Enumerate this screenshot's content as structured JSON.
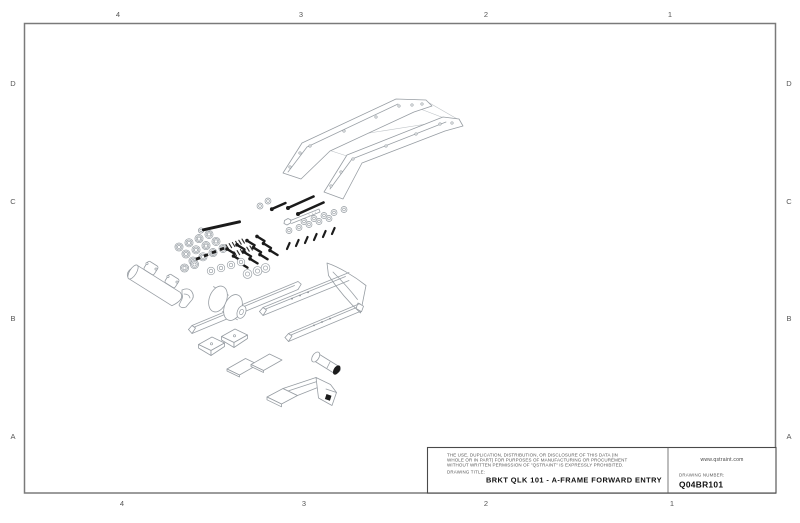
{
  "sheet": {
    "background": "#ffffff",
    "border_color": "#7a7a7a",
    "title_block_line_color": "#4a4a4a",
    "drawing_line_color": "#9aa0a6",
    "fastener_color": "#1b1b1b"
  },
  "grid": {
    "top": [
      "4",
      "3",
      "2",
      "1"
    ],
    "bottom": [
      "4",
      "3",
      "2",
      "1"
    ],
    "left": [
      "D",
      "C",
      "B",
      "A"
    ],
    "right": [
      "D",
      "C",
      "B",
      "A"
    ]
  },
  "title_block": {
    "disclaimer_lines": [
      "THE USE, DUPLICATION, DISTRIBUTION, OR DISCLOSURE OF THIS DATA (IN",
      "WHOLE OR IN PART) FOR PURPOSES OF MANUFACTURING OR PROCUREMENT",
      "WITHOUT WRITTEN PERMISSION OF \"QSTRAINT\" IS EXPRESSLY PROHIBITED."
    ],
    "drawing_title_label": "DRAWING TITLE:",
    "drawing_title": "BRKT QLK 101 - A-FRAME FORWARD ENTRY",
    "website": "www.qstraint.com",
    "drawing_number_label": "DRAWING NUMBER:",
    "drawing_number": "Q04BR101"
  },
  "drawing": {
    "type": "exploded-isometric-assembly",
    "parts": [
      "side-rail-plate-rear",
      "side-rail-plate-front",
      "upper-hardware-set",
      "main-hardware-set",
      "latch-tube-assembly",
      "roller-bar-assembly",
      "frame-weldment",
      "mounting-clips",
      "shim-plates",
      "roller-pin",
      "gusset-bracket"
    ]
  }
}
